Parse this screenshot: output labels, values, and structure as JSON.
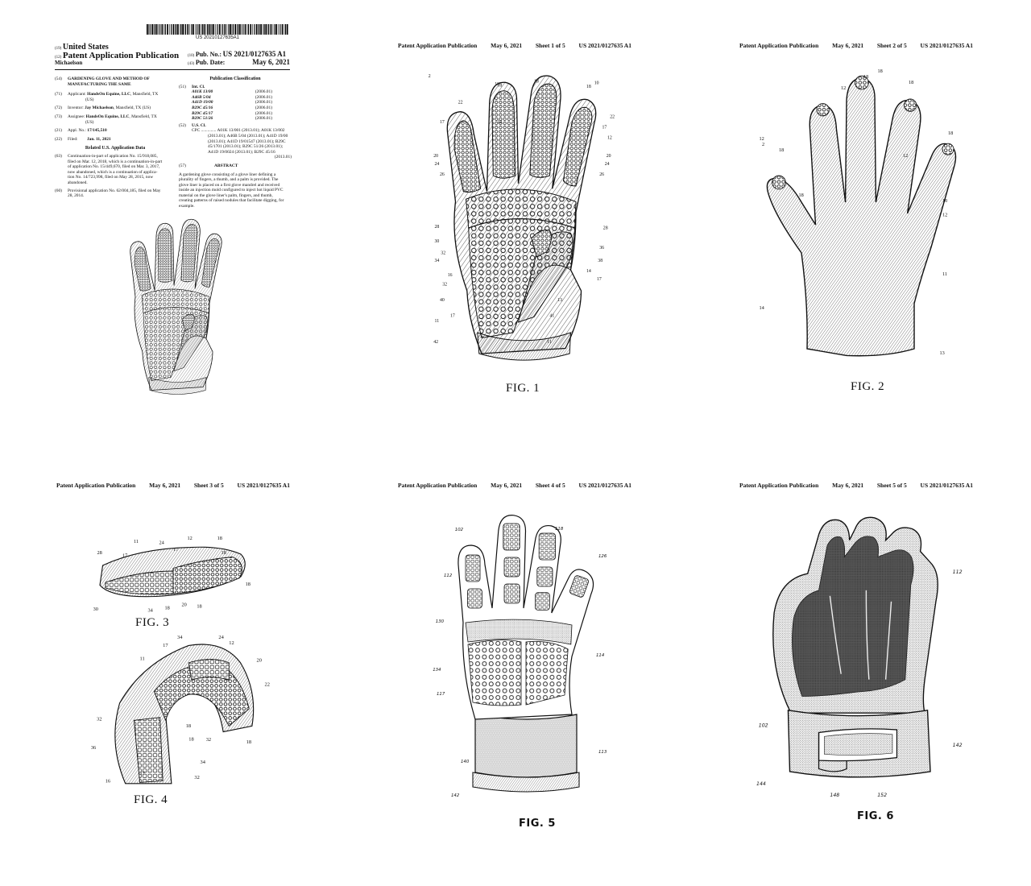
{
  "front": {
    "barcode_number": "US 20210127635A1",
    "country_code": "(19)",
    "country": "United States",
    "pub_type_code": "(12)",
    "pub_type": "Patent Application Publication",
    "inventor_surname": "Michaelson",
    "pub_no_code": "(10)",
    "pub_no_label": "Pub. No.:",
    "pub_no": "US 2021/0127635 A1",
    "pub_date_code": "(43)",
    "pub_date_label": "Pub. Date:",
    "pub_date": "May 6, 2021",
    "title_code": "(54)",
    "title": [
      "GARDENING GLOVE AND METHOD OF",
      "MANUFACTURING THE SAME"
    ],
    "applicant_code": "(71)",
    "applicant_label": "Applicant:",
    "applicant": "HandsOn Equine, LLC",
    "applicant_loc": ", Mansfield, TX",
    "applicant_loc2": "(US)",
    "inventor_code": "(72)",
    "inventor_label": "Inventor:",
    "inventor": "Jay Michaelson",
    "inventor_loc": ", Mansfield, TX (US)",
    "assignee_code": "(73)",
    "assignee_label": "Assignee:",
    "assignee": "HandsOn Equine, LLC",
    "assignee_loc": ", Mansfield, TX",
    "assignee_loc2": "(US)",
    "appl_code": "(21)",
    "appl_label": "Appl. No.:",
    "appl_no": "17/145,510",
    "filed_code": "(22)",
    "filed_label": "Filed:",
    "filed": "Jan. 11, 2021",
    "related_head": "Related U.S. Application Data",
    "related_code": "(63)",
    "related_lines": [
      "Continuation-in-part of application No. 15/918,085,",
      "filed on Mar. 12, 2018, which is a continuation-in-part",
      "of application No. 15/449,670, filed on Mar. 3, 2017,",
      "now abandoned, which is a continuation of applica-",
      "tion No. 14/723,998, filed on May 28, 2015, now",
      "abandoned."
    ],
    "provisional_code": "(60)",
    "provisional_lines": [
      "Provisional application No. 62/004,185, filed on May",
      "28, 2014."
    ],
    "pub_class_head": "Publication Classification",
    "intcl_code": "(51)",
    "intcl_label": "Int. Cl.",
    "intcl": [
      {
        "cls": "A01K 13/00",
        "yr": "(2006.01)"
      },
      {
        "cls": "A46B 5/04",
        "yr": "(2006.01)"
      },
      {
        "cls": "A41D 19/00",
        "yr": "(2006.01)"
      },
      {
        "cls": "B29C 45/16",
        "yr": "(2006.01)"
      },
      {
        "cls": "B29C 45/17",
        "yr": "(2006.01)"
      },
      {
        "cls": "B29C 51/26",
        "yr": "(2006.01)"
      }
    ],
    "uscl_code": "(52)",
    "uscl_label": "U.S. Cl.",
    "cpc_lines": [
      "CPC .............. A01K 13/001 (2013.01); A01K 13/002",
      "(2013.01); A46B 5/04 (2013.01); A41D 19/00",
      "(2013.01); A41D 19/01547 (2013.01); B29C",
      "45/1701 (2013.01); B29C 51/26 (2013.01);",
      "A41D 19/0024 (2013.01); B29C 45/16",
      "(2013.01)"
    ],
    "abstract_code": "(57)",
    "abstract_head": "ABSTRACT",
    "abstract_lines": [
      "A gardening glove consisting of a glove liner defining a",
      "plurality of fingers, a thumb, and a palm is provided. The",
      "glove liner is placed on a first glove mandrel and received",
      "inside an injection mold configured to inject hot liquid PVC",
      "material on the glove liner's palm, fingers, and thumb,",
      "creating patterns of raised nodules that facilitate digging, for",
      "example."
    ]
  },
  "sheets": [
    {
      "pub": "Patent Application Publication",
      "date": "May 6, 2021",
      "sheet": "Sheet 1 of 5",
      "no": "US 2021/0127635 A1",
      "fig": "FIG. 1"
    },
    {
      "pub": "Patent Application Publication",
      "date": "May 6, 2021",
      "sheet": "Sheet 2 of 5",
      "no": "US 2021/0127635 A1",
      "fig": "FIG. 2"
    },
    {
      "pub": "Patent Application Publication",
      "date": "May 6, 2021",
      "sheet": "Sheet 3 of 5",
      "no": "US 2021/0127635 A1",
      "fig": "FIG. 3",
      "fig2": "FIG. 4"
    },
    {
      "pub": "Patent Application Publication",
      "date": "May 6, 2021",
      "sheet": "Sheet 4 of 5",
      "no": "US 2021/0127635 A1",
      "fig": "FIG. 5"
    },
    {
      "pub": "Patent Application Publication",
      "date": "May 6, 2021",
      "sheet": "Sheet 5 of 5",
      "no": "US 2021/0127635 A1",
      "fig": "FIG. 6"
    }
  ],
  "labels": {
    "fig1": [
      "2",
      "10",
      "11",
      "11",
      "12",
      "12",
      "13",
      "14",
      "16",
      "17",
      "17",
      "17",
      "17",
      "18",
      "18",
      "18",
      "18",
      "20",
      "20",
      "22",
      "22",
      "24",
      "24",
      "26",
      "26",
      "28",
      "28",
      "30",
      "32",
      "32",
      "34",
      "36",
      "38",
      "40",
      "41",
      "42"
    ],
    "fig2": [
      "2",
      "10",
      "11",
      "12",
      "12",
      "12",
      "12",
      "13",
      "14",
      "18",
      "18",
      "18",
      "18",
      "18",
      "18"
    ],
    "fig3": [
      "28",
      "11",
      "24",
      "12",
      "18",
      "17",
      "17",
      "18",
      "30",
      "18",
      "34",
      "18",
      "20",
      "18"
    ],
    "fig4": [
      "11",
      "34",
      "17",
      "24",
      "12",
      "20",
      "22",
      "32",
      "36",
      "18",
      "18",
      "18",
      "32",
      "34",
      "16",
      "17",
      "32"
    ],
    "fig5": [
      "102",
      "118",
      "126",
      "112",
      "130",
      "134",
      "117",
      "114",
      "140",
      "113",
      "142"
    ],
    "fig6": [
      "112",
      "102",
      "142",
      "144",
      "148",
      "152"
    ]
  }
}
